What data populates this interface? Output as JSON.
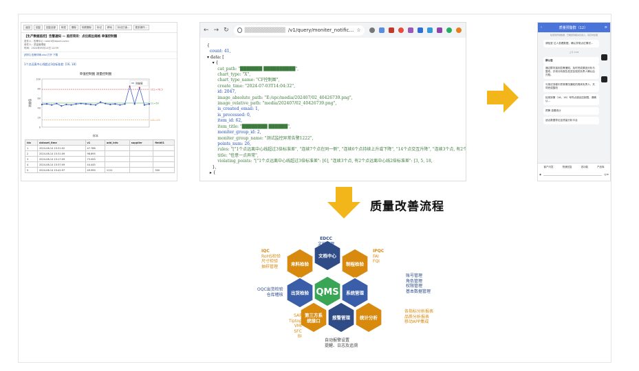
{
  "email": {
    "toolbar": [
      "返回",
      "回复",
      "回复全部",
      "转发",
      "删除",
      "彻底删除",
      "标记",
      "移动",
      "标记已读…",
      "更多操作…"
    ],
    "subject": "【生产数据监控】告警通知 — 监控项目：点位超出规格 单值控制图",
    "meta_from": "发件人：告警中心 <alert@report.com>",
    "meta_to": "收件人：质量管理组",
    "meta_date": "时间：2024年09月14日 14:59",
    "attachment": "[附件] 告警详情.xlsx   打开 下载",
    "message": "1个点远离中心线超过3倍标准差: [16, 18]",
    "table": {
      "headers": [
        "idx",
        "dataset_time",
        "v1",
        "add_info",
        "supplier",
        "field01"
      ],
      "rows": [
        [
          "1",
          "2024-06-14 15:31:02",
          "47.788",
          "",
          "",
          ""
        ],
        [
          "2",
          "2024-06-14 15:31:09",
          "98.895",
          "",
          "",
          ""
        ],
        [
          "3",
          "2024-06-14 15:17:09",
          "73.000",
          "",
          "",
          ""
        ],
        [
          "4",
          "2024-06-14 15:37:09",
          "44.445",
          "",
          "",
          ""
        ],
        [
          "5",
          "2024-06-14 15:41:97",
          "49.999",
          "1111",
          "",
          "300"
        ]
      ]
    }
  },
  "chart_data": {
    "type": "line",
    "title": "单值控制图 测量控制图",
    "xlabel": "样本",
    "ylabel": "测量值",
    "series": [
      {
        "name": "测量值",
        "values": [
          47,
          48,
          46,
          49,
          44,
          47,
          46,
          48,
          49,
          48,
          47,
          46,
          52,
          49,
          47,
          48,
          46,
          48,
          85,
          48,
          82,
          46,
          48
        ]
      }
    ],
    "ucl": 78.5,
    "cl": 50,
    "lcl": 15,
    "ylim": [
      0,
      100
    ]
  },
  "browser": {
    "url": "/v1/query/moniter_notific…"
  },
  "json_lines": [
    {
      "t": "{",
      "c": "k"
    },
    {
      "t": "  count: 41,",
      "c": "n"
    },
    {
      "t": "▾ data: [",
      "c": "k"
    },
    {
      "t": "    ▾ {",
      "c": "k"
    },
    {
      "t": "        cat_path: \"███████ ██████████\",",
      "c": "s"
    },
    {
      "t": "        chart_type: \"X\",",
      "c": "s"
    },
    {
      "t": "        chart_type_name: \"CF控制图\",",
      "c": "s"
    },
    {
      "t": "        create_time: \"2024-07-03T14:04:32\",",
      "c": "s"
    },
    {
      "t": "        id: 2047,",
      "c": "n"
    },
    {
      "t": "        image_absolute_path: \"E:/spc/media/202407/02_40426739.png\",",
      "c": "s"
    },
    {
      "t": "        image_relative_path: \"media/202407/02_40426739.png\",",
      "c": "s"
    },
    {
      "t": "        is_created_email: 1,",
      "c": "n"
    },
    {
      "t": "        is_processed: 0,",
      "c": "n"
    },
    {
      "t": "        item_id: 62,",
      "c": "n"
    },
    {
      "t": "        item_title: \"████████ ██████\",",
      "c": "s"
    },
    {
      "t": "        moniter_group_id: 2,",
      "c": "n"
    },
    {
      "t": "        moniter_group_name: \"测试监控异常告警1222\",",
      "c": "s"
    },
    {
      "t": "        points_num: 26,",
      "c": "n"
    },
    {
      "t": "        rules: \"[\"1个点远离中心线超过3倍标准差\", \"连续7个点在同一侧\", \"连续6个点持续上升或下降\", \"14个点交互升降\", \"连续3个点, 有2个点远离中心线2倍标准差\", \"连续15点在中心线1倍标准差之内\", \"连续8个点在中心线的1倍标准差之外\"]\",",
      "c": "s"
    },
    {
      "t": "        title: \"任意一点异常\",",
      "c": "s"
    },
    {
      "t": "        violating_points: \"[\"1个点远离中心线超过3倍标准差\": [6], \"连续3个点, 有2个点远离中心线2倍标准差\": [3, 5, 18,",
      "c": "s"
    },
    {
      "t": "    },",
      "c": "k"
    },
    {
      "t": "  ▸ {",
      "c": "k"
    }
  ],
  "mobile": {
    "header": "质量预警群（12）",
    "sub": "检测到异常数据，已推送到相关负责人，请及时处理",
    "bubble1": "请检查 达人查看数据，确认异常点位情况…",
    "time": "上午 9:58",
    "name": "群公告",
    "bubble2": "通过群内接到告警通知，及时完成原因分析与整改，并将分析报告发送至相关负责人确认后归档。",
    "bubble3": "与测试流程中异常情况通知的具体负责人，共同完成整改",
    "bubble4": "检测到第（16、18）号样点超出控制限，请确认…",
    "bubble5": "预警 查看统计",
    "bubble6": "适合数据导出至质量分析平台",
    "foot_items": [
      "客户问答",
      "快速回复",
      "选功能",
      "产品库"
    ]
  },
  "flow_title": "质量改善流程",
  "qms": {
    "center": "QMS",
    "hexes": [
      "来料检验",
      "文档中心",
      "制程检验",
      "出货检验",
      "系统管理",
      "第三方系统接口",
      "报警管理",
      "统计分析"
    ],
    "labels": {
      "edcc": [
        "EDCC",
        "文档管理"
      ],
      "iqc": [
        "IQC",
        "RoHS检验",
        "尺寸检验",
        "抽样管理"
      ],
      "ipqc": [
        "IPQC",
        "FAI",
        "FQI"
      ],
      "oqc": [
        "OQC出货检验",
        "仓库稽核"
      ],
      "sys": [
        "账号管理",
        "角色管理",
        "权限管理",
        "基本数据管理"
      ],
      "third": [
        "SAP",
        "Tiptop",
        "VMI",
        "SFC",
        "BI"
      ],
      "alarm": [
        "自动报警设置",
        "提醒、日志及追溯"
      ],
      "stat": [
        "各指标分析报表",
        "品质分析报表",
        "移动APP集成"
      ]
    }
  },
  "colors": {
    "orange": "#d88a0f",
    "blue": "#3b5ea8",
    "navy": "#2f4c86",
    "green": "#3aa655",
    "arrow": "#f2b51a"
  }
}
